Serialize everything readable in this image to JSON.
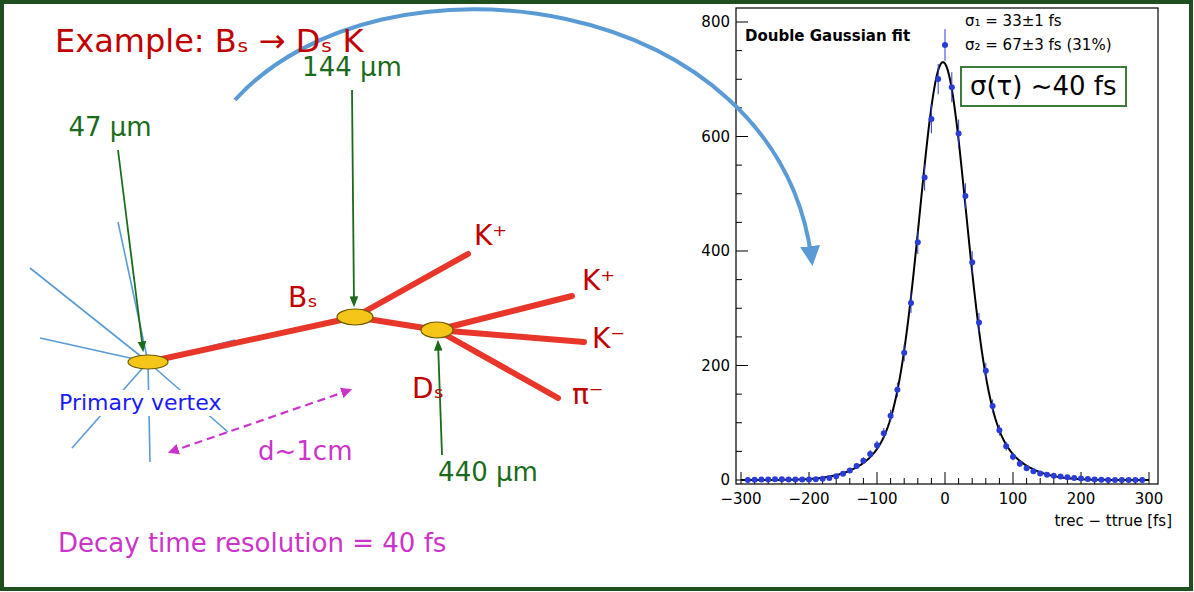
{
  "diagram": {
    "title": "Example: Bₛ → Dₛ K",
    "nodes": [
      {
        "text": [
          "σ(τ) ~40 fs"
        ]
      }
    ],
    "labels": [
      "47 μm",
      "144 μm",
      "440 μm",
      "Bₛ",
      "Dₛ",
      "K⁺",
      "K⁺",
      "K⁻",
      "π⁻",
      "Primary vertex",
      "d~1cm",
      "Decay time resolution = 40 fs",
      "Double Gaussian fit",
      "σ₁ = 33±1 fs",
      "σ₂ = 67±3 fs (31%)",
      "800",
      "600",
      "400",
      "200",
      "0",
      "−300",
      "−200",
      "−100",
      "0",
      "100",
      "200",
      "300",
      "trec − ttrue [fs]"
    ]
  }
}
